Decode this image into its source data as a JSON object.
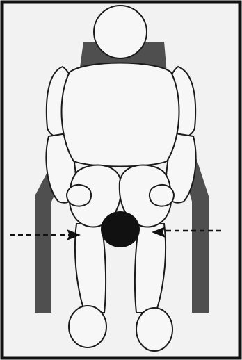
{
  "figure": {
    "subject": "seated-figure-with-knee-ball-squeeze",
    "colors": {
      "background": "#f2f2f2",
      "frame": "#111111",
      "chair": "#4f4f4f",
      "body_fill": "#f7f7f7",
      "outline": "#1a1a1a",
      "ball": "#111111",
      "arrow": "#111111"
    },
    "parts": [
      "chair",
      "head",
      "torso",
      "arms",
      "thighs",
      "lower-legs",
      "feet",
      "hands",
      "ball",
      "force-arrows"
    ]
  }
}
